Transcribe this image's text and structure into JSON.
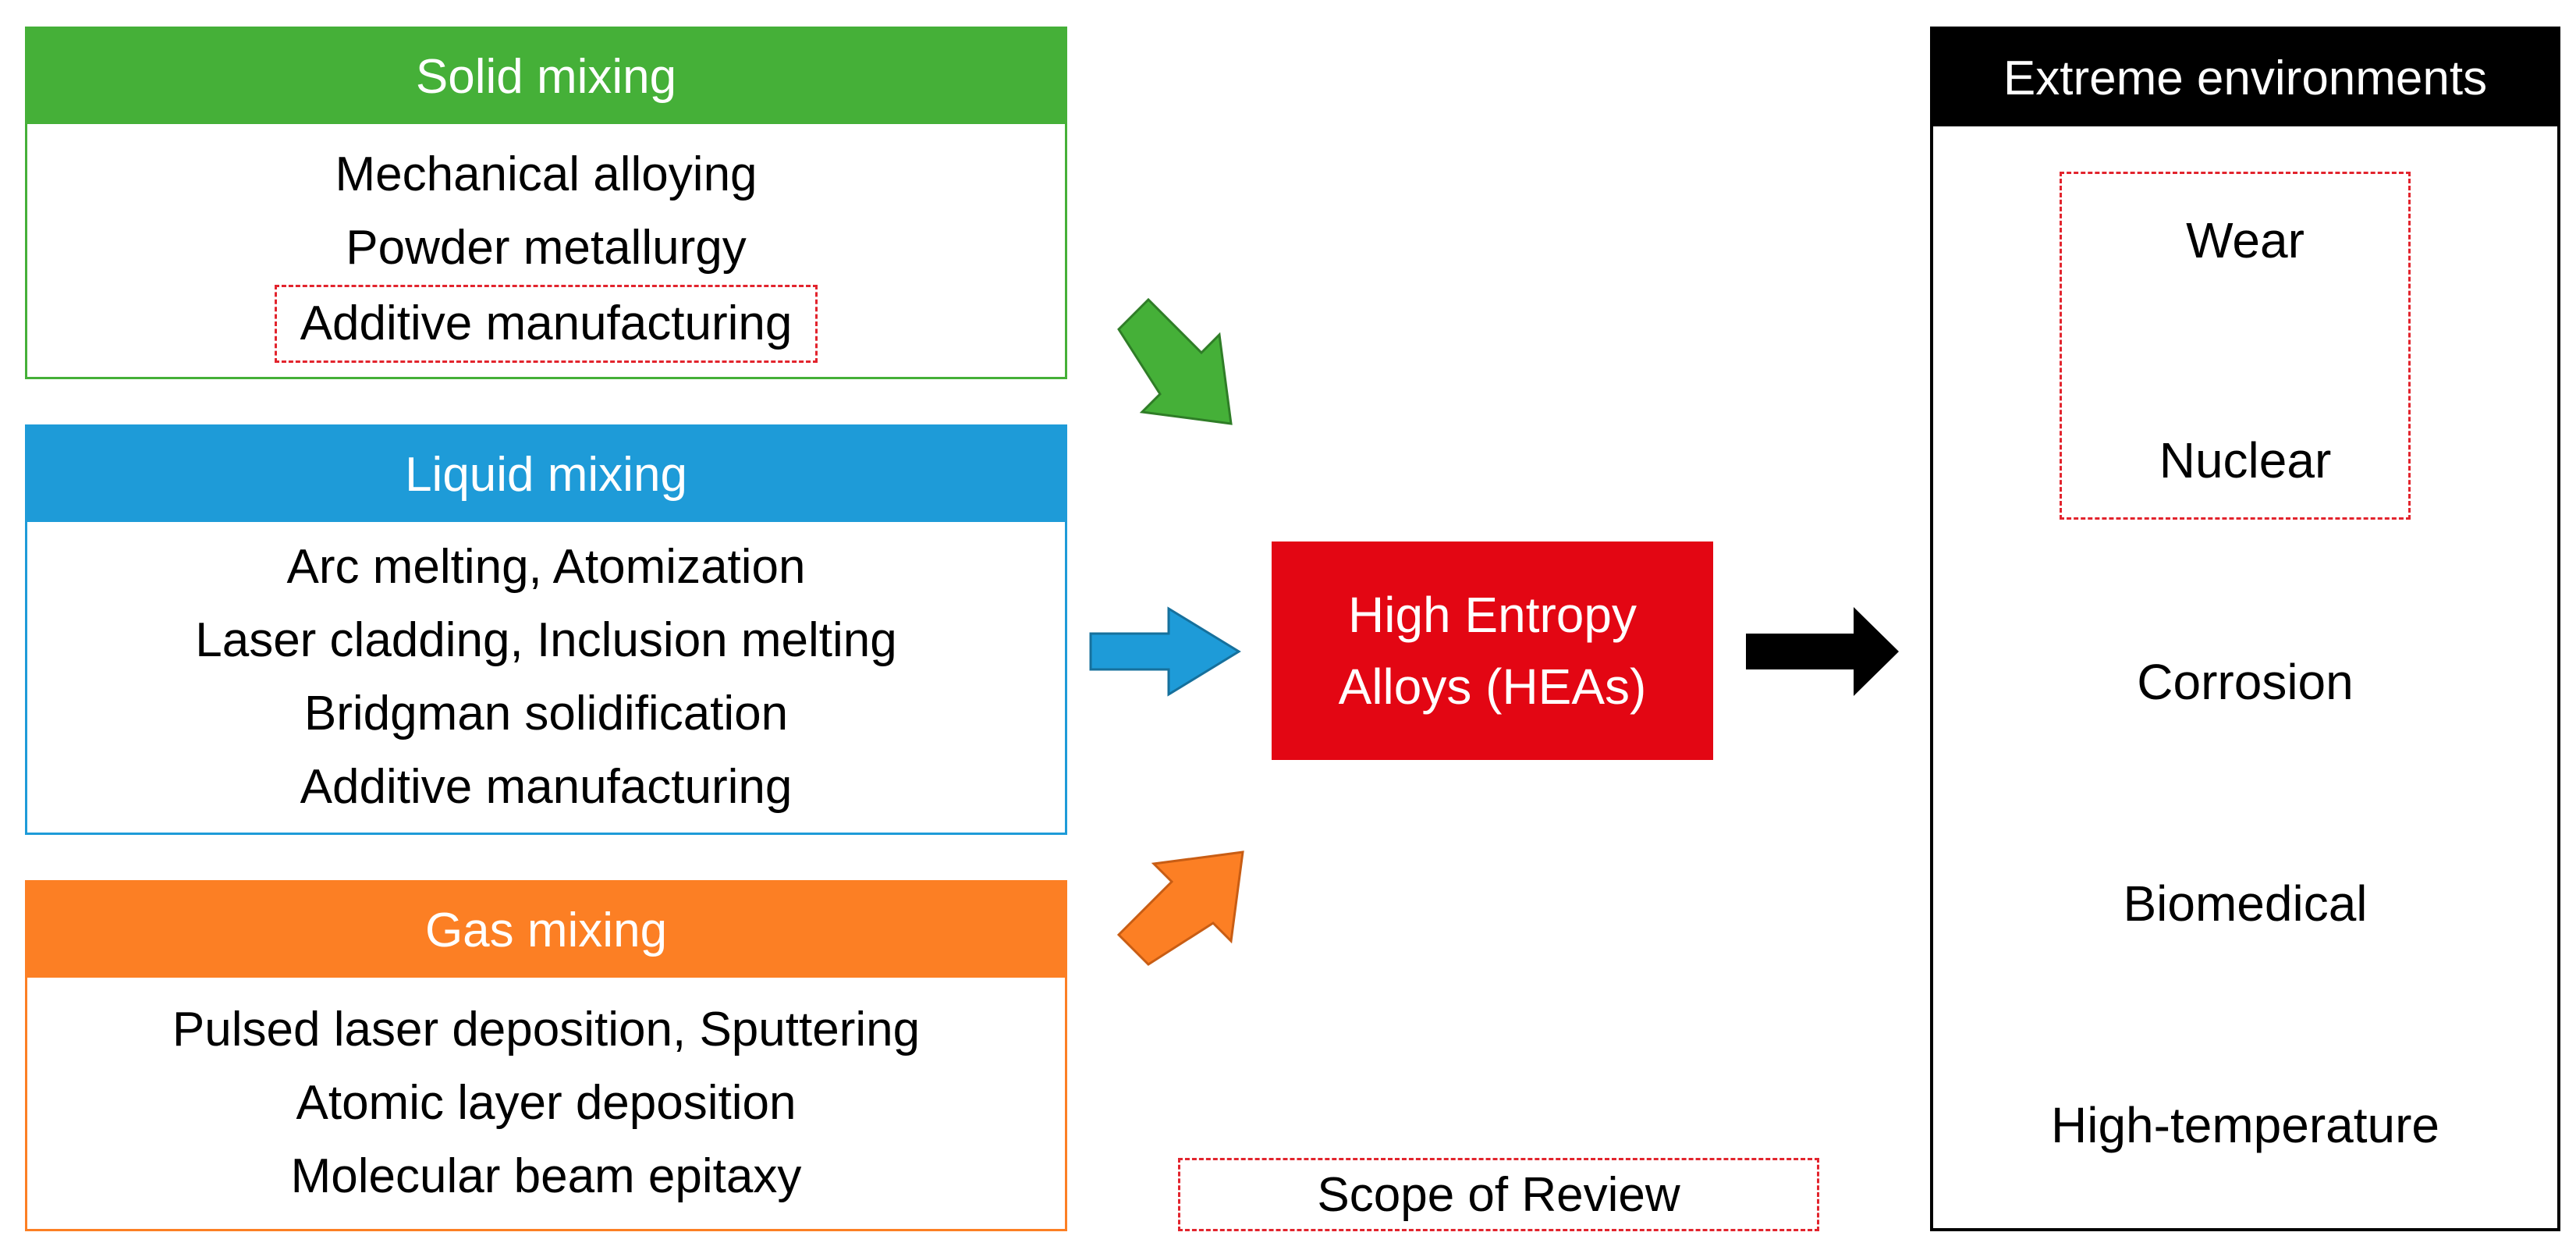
{
  "solid": {
    "header": "Solid mixing",
    "items": [
      "Mechanical alloying",
      "Powder metallurgy",
      "Additive manufacturing"
    ]
  },
  "liquid": {
    "header": "Liquid mixing",
    "items": [
      "Arc melting, Atomization",
      "Laser cladding, Inclusion melting",
      "Bridgman solidification",
      "Additive manufacturing"
    ]
  },
  "gas": {
    "header": "Gas mixing",
    "items": [
      "Pulsed laser deposition, Sputtering",
      "Atomic layer deposition",
      "Molecular beam epitaxy"
    ]
  },
  "hea": {
    "line1": "High Entropy",
    "line2": "Alloys (HEAs)"
  },
  "extreme": {
    "header": "Extreme environments",
    "items": [
      "Wear",
      "Nuclear",
      "Corrosion",
      "Biomedical",
      "High-temperature"
    ]
  },
  "legend": {
    "label": "Scope of Review"
  },
  "colors": {
    "solid": "#45b038",
    "liquid": "#1e9bd8",
    "gas": "#fc7f24",
    "hea": "#e30613",
    "extreme": "#000000",
    "scope_dash": "#e2242d"
  }
}
